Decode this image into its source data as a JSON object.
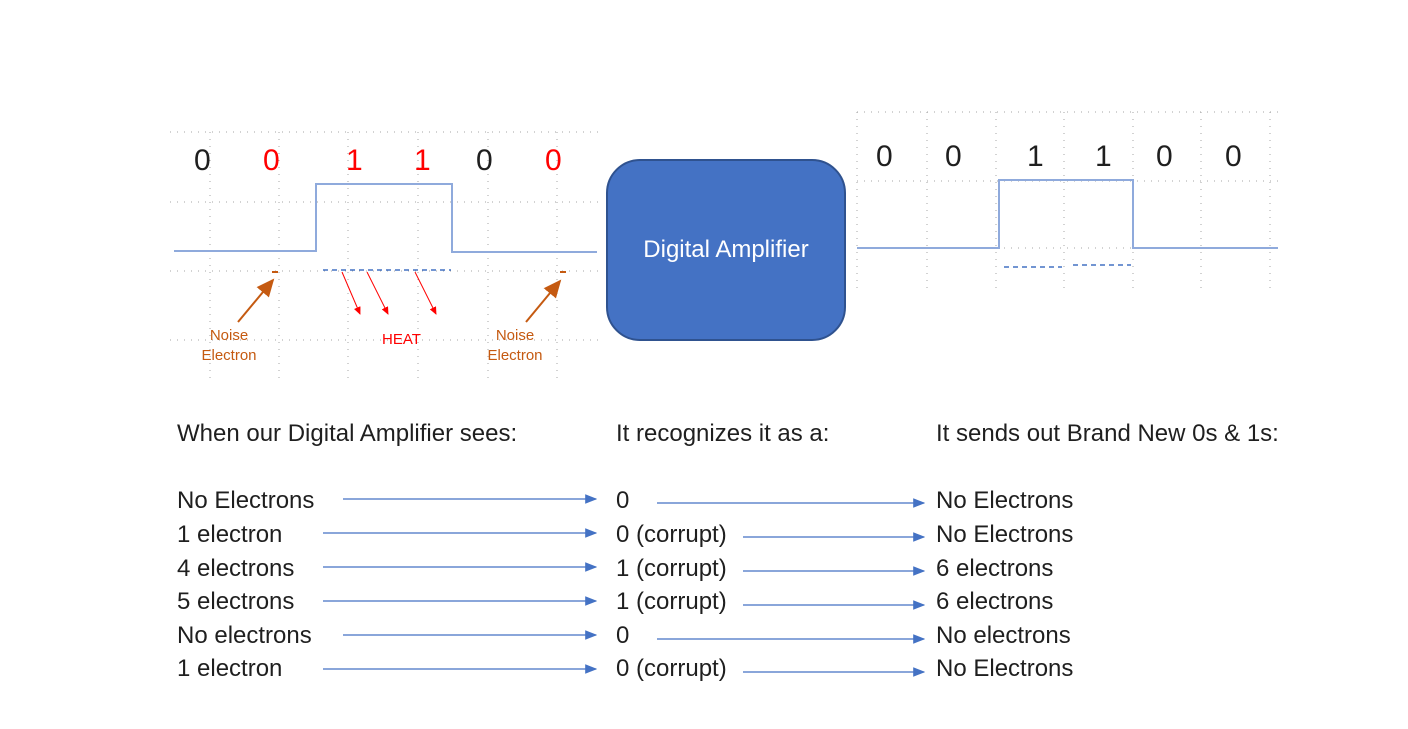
{
  "input_signal": {
    "bits": [
      {
        "label": "0",
        "color": "#1f1f1f"
      },
      {
        "label": "0",
        "color": "#ff0000"
      },
      {
        "label": "1",
        "color": "#ff0000"
      },
      {
        "label": "1",
        "color": "#ff0000"
      },
      {
        "label": "0",
        "color": "#1f1f1f"
      },
      {
        "label": "0",
        "color": "#ff0000"
      }
    ],
    "noise_label_line1": "Noise",
    "noise_label_line2": "Electron",
    "heat_label": "HEAT",
    "noise_color": "#c55a11",
    "heat_color": "#ff0000"
  },
  "amplifier": {
    "label": "Digital Amplifier",
    "fill": "#4472c4"
  },
  "output_signal": {
    "bits": [
      "0",
      "0",
      "1",
      "1",
      "0",
      "0"
    ]
  },
  "table": {
    "headers": {
      "sees": "When our Digital Amplifier sees:",
      "recognizes": "It recognizes it as a:",
      "sends": "It sends out Brand New 0s & 1s:"
    },
    "rows": [
      {
        "sees": "No Electrons",
        "recognizes": "0",
        "sends": "No Electrons"
      },
      {
        "sees": "1 electron",
        "recognizes": "0 (corrupt)",
        "sends": "No Electrons"
      },
      {
        "sees": "4 electrons",
        "recognizes": "1 (corrupt)",
        "sends": "6 electrons"
      },
      {
        "sees": "5 electrons",
        "recognizes": "1 (corrupt)",
        "sends": "6 electrons"
      },
      {
        "sees": "No electrons",
        "recognizes": "0",
        "sends": "No electrons"
      },
      {
        "sees": "1 electron",
        "recognizes": "0 (corrupt)",
        "sends": "No Electrons"
      }
    ]
  },
  "colors": {
    "signal_line": "#8faadc",
    "arrow": "#4472c4",
    "grid": "#a6a6a6"
  }
}
